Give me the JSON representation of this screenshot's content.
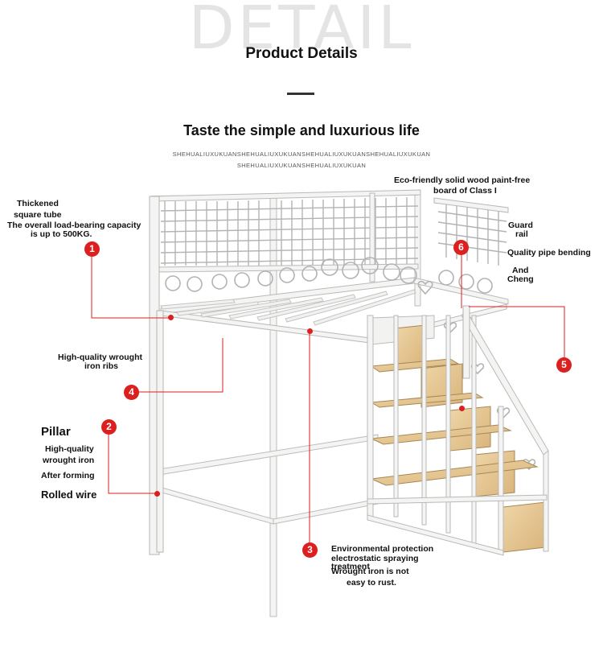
{
  "header": {
    "watermark": "DETAIL",
    "title": "Product Details",
    "subtitle": "Taste the simple and luxurious life",
    "tiny_line_1": "SHEHUALIUXUKUANSHEHUALIUXUKUANSHEHUALIUXUKUANSHEHUALIUXUKUAN",
    "tiny_line_2": "SHEHUALIUXUKUANSHEHUALIUXUKUAN"
  },
  "callouts": {
    "top_center": {
      "line1": "Eco-friendly solid wood paint-free",
      "line2": "board of Class I"
    },
    "thickened": {
      "line1": "Thickened",
      "line2": "square tube",
      "line3": "The overall load-bearing capacity",
      "line4": "is up to 500KG."
    },
    "guard": {
      "line1": "Guard",
      "line2": "rail",
      "line3": "Quality pipe bending",
      "line4": "And",
      "line5": "Cheng"
    },
    "ribs": {
      "line1": "High-quality wrought",
      "line2": "iron ribs"
    },
    "pillar": {
      "title": "Pillar",
      "line1": "High-quality",
      "line2": "wrought iron",
      "line3": "After forming",
      "line4": "Rolled wire"
    },
    "env": {
      "line1": "Environmental protection",
      "line2": "electrostatic spraying",
      "line3": "treatment",
      "line4": "Wrought iron is not",
      "line5": "easy to rust."
    }
  },
  "badges": [
    "1",
    "2",
    "3",
    "4",
    "5",
    "6"
  ],
  "colors": {
    "accent": "#dc1f1f",
    "frame": "#f3f3f1",
    "frame_edge": "#b9b9b9",
    "wood": "#e6c793"
  }
}
